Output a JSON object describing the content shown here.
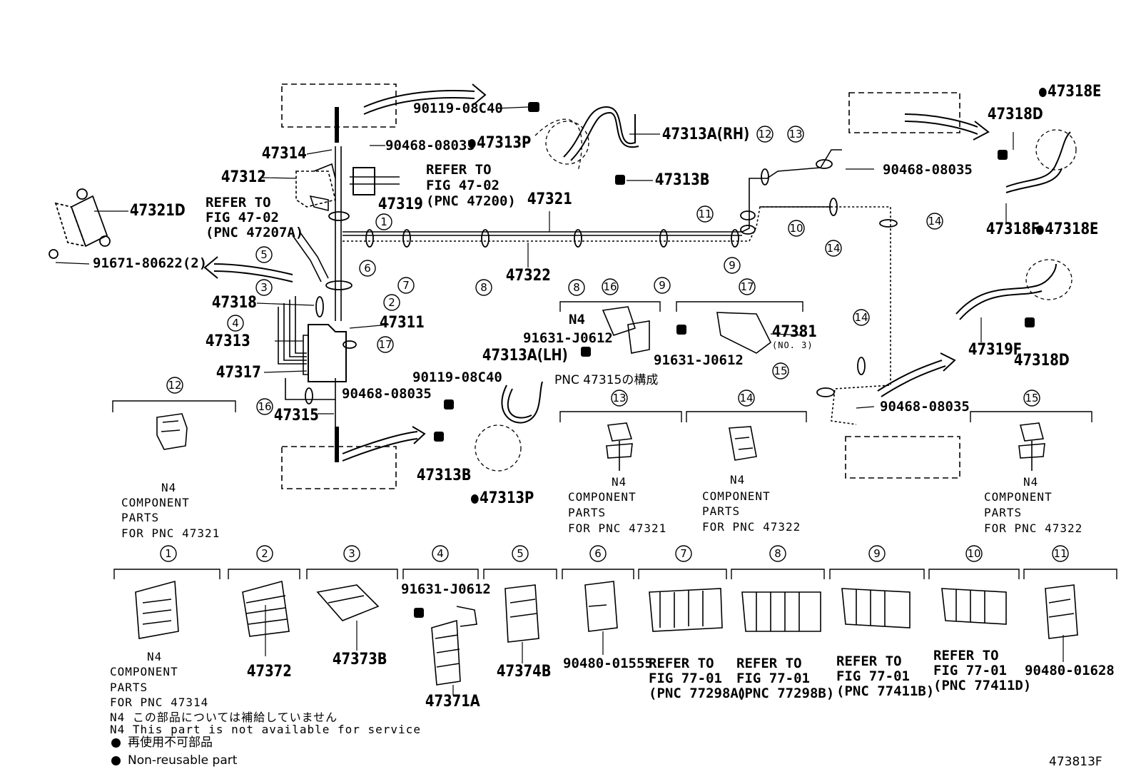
{
  "diagram_id": "473813F",
  "callouts": {
    "c1": "1",
    "c2": "2",
    "c3": "3",
    "c4": "4",
    "c5": "5",
    "c6": "6",
    "c7": "7",
    "c8": "8",
    "c9": "9",
    "c10": "10",
    "c11": "11",
    "c12": "12",
    "c13": "13",
    "c14": "14",
    "c15": "15",
    "c16": "16",
    "c17": "17"
  },
  "labels": {
    "p90119_top": "90119-08C40",
    "p90468_top": "90468-08035",
    "p47313P_top": "47313P",
    "p47313A_RH": "47313A(RH)",
    "p47313B_top": "47313B",
    "p47314": "47314",
    "p47312": "47312",
    "p47319": "47319",
    "refer_top_1": "REFER TO",
    "refer_top_2": "FIG 47-02",
    "refer_top_3": "(PNC 47200)",
    "refer_left_1": "REFER TO",
    "refer_left_2": "FIG 47-02",
    "refer_left_3": "(PNC 47207A)",
    "p47321D": "47321D",
    "p91671": "91671-80622(2)",
    "p47321": "47321",
    "p47322": "47322",
    "p47318": "47318",
    "p47313": "47313",
    "p47311": "47311",
    "p47317": "47317",
    "p47315": "47315",
    "p90468_mid": "90468-08035",
    "p90119_mid": "90119-08C40",
    "p47313A_LH": "47313A(LH)",
    "pnc_47315": "PNC 47315の構成",
    "p47313B_mid": "47313B",
    "p47313P_mid": "47313P",
    "n4_16": "N4",
    "p91631_16": "91631-J0612",
    "p91631_17": "91631-J0612",
    "p47381": "47381",
    "p47381_no": "(NO. 3)",
    "p90468_r_top": "90468-08035",
    "p90468_r_bot": "90468-08035",
    "p47318E_a": "47318E",
    "p47318D_a": "47318D",
    "p47318F": "47318F",
    "p47318E_b": "47318E",
    "p47319F": "47319F",
    "p47318D_b": "47318D",
    "n4_12": "N4",
    "comp_12_1": "COMPONENT",
    "comp_12_2": "PARTS",
    "comp_12_3": "FOR PNC 47321",
    "n4_13": "N4",
    "comp_13_1": "COMPONENT",
    "comp_13_2": "PARTS",
    "comp_13_3": "FOR PNC 47321",
    "n4_14": "N4",
    "comp_14_1": "COMPONENT",
    "comp_14_2": "PARTS",
    "comp_14_3": "FOR PNC 47322",
    "n4_15": "N4",
    "comp_15_1": "COMPONENT",
    "comp_15_2": "PARTS",
    "comp_15_3": "FOR PNC 47322",
    "n4_1": "N4",
    "comp_1_1": "COMPONENT",
    "comp_1_2": "PARTS",
    "comp_1_3": "FOR PNC 47314",
    "b_47372": "47372",
    "b_47373B": "47373B",
    "b_91631": "91631-J0612",
    "b_47371A": "47371A",
    "b_47374B": "47374B",
    "b_90480_1555": "90480-01555",
    "r7_1": "REFER TO",
    "r7_2": "FIG 77-01",
    "r7_3": "(PNC 77298A)",
    "r8_1": "REFER TO",
    "r8_2": "FIG 77-01",
    "r8_3": "(PNC 77298B)",
    "r9_1": "REFER TO",
    "r9_2": "FIG 77-01",
    "r9_3": "(PNC 77411B)",
    "r10_1": "REFER TO",
    "r10_2": "FIG 77-01",
    "r10_3": "(PNC 77411D)",
    "b_90480_1628": "90480-01628"
  },
  "legend": {
    "n4_jp": "N4 この部品については補給していません",
    "n4_en": "N4 This part is not available for service",
    "nonreuse_jp": "再使用不可部品",
    "nonreuse_en": "Non-reusable part"
  }
}
